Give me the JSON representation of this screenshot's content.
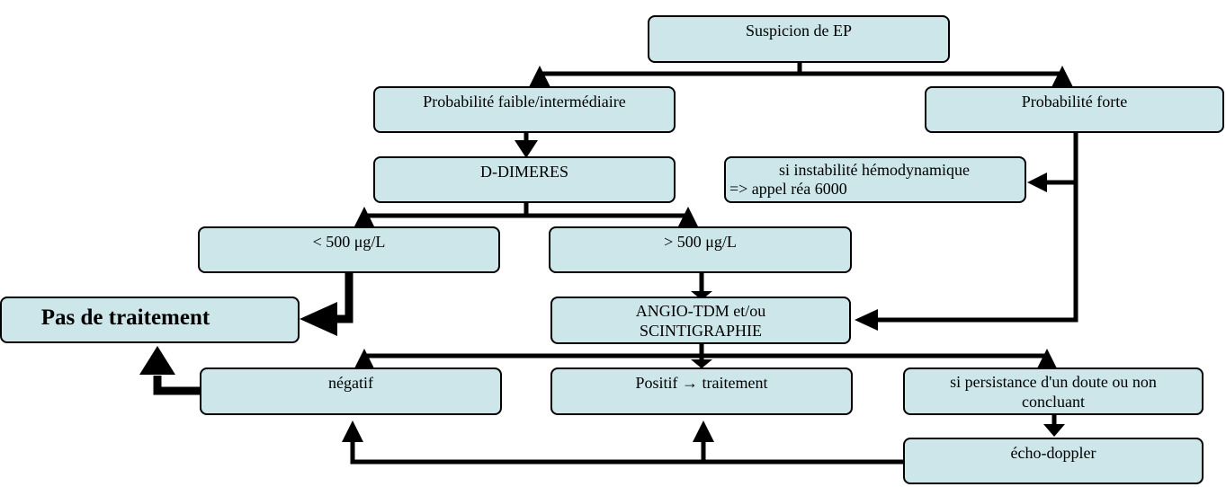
{
  "nodes": {
    "suspicion": {
      "label": "Suspicion de EP"
    },
    "prob_low": {
      "label": "Probabilité faible/intermédiaire"
    },
    "prob_high": {
      "label": "Probabilité forte"
    },
    "ddimeres": {
      "label": "D-DIMERES"
    },
    "instability": {
      "line1": "si instabilité  hémodynamique",
      "line2": "=> appel réa 6000"
    },
    "lt500": {
      "label": "< 500 μg/L"
    },
    "gt500": {
      "label": "> 500 μg/L"
    },
    "no_treatment": {
      "label": "Pas de traitement"
    },
    "angio": {
      "line1": "ANGIO-TDM et/ou",
      "line2": "SCINTIGRAPHIE"
    },
    "negative": {
      "label": "négatif"
    },
    "positive": {
      "label": "Positif → traitement"
    },
    "doubt": {
      "line1": "si persistance d'un doute ou non",
      "line2": "concluant"
    },
    "doppler": {
      "label": "écho-doppler"
    }
  }
}
